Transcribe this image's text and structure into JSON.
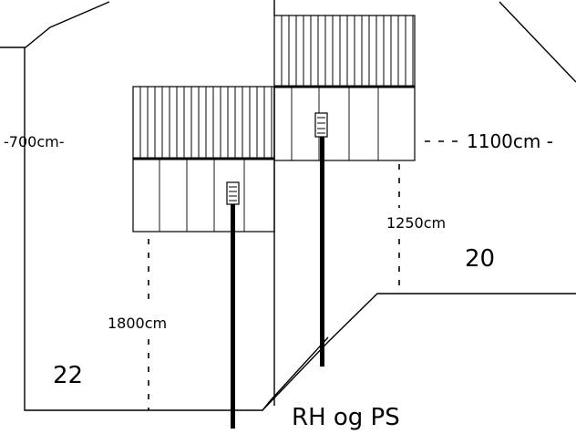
{
  "labels": {
    "left_width": "-700cm-",
    "right_width": "1100cm -",
    "right_height": "1250cm",
    "left_height": "1800cm",
    "right_zone": "20",
    "left_zone": "22",
    "signature": "RH og PS"
  },
  "colors": {
    "ink": "#000000",
    "paper": "#ffffff"
  }
}
